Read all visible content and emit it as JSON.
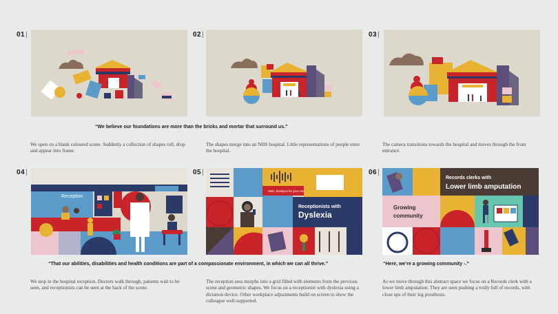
{
  "frames": [
    {
      "number": "01",
      "description": "We open on a blank coloured scene. Suddenly a collection of shapes roll, drop and appear into frame."
    },
    {
      "number": "02",
      "description": "The shapes merge into an NHS hospital. Little representations of people enter the hospital."
    },
    {
      "number": "03",
      "description": "The camera transitions towards the hospital and moves through the front entrance."
    },
    {
      "number": "04",
      "description": "We stop in the hospital reception. Doctors walk through, patients wait to be seen, and receptionists can be seen at the back of the scene.",
      "sign_label": "Reception"
    },
    {
      "number": "05",
      "description": "The reception area morphs into a grid filled with elements from the previous scene and geometric shapes. We focus on a receptionist with dyslexia using a dictation device.  Other workplace adjustments build on screen to show the colleague well-supported.",
      "caption_line1": "Receptionists with",
      "caption_line2": "Dyslexia",
      "speech_text": "Hello, thankyou for your email"
    },
    {
      "number": "06",
      "description": "As we move through this abstract space we focus on a Records clerk with a lower limb amputation. They are seen pushing a trolly full of records, with close ups of their leg prosthesis.",
      "caption_line1": "Records clerks with",
      "caption_line2": "Lower limb amputation",
      "growing_line1": "Growing",
      "growing_line2": "community"
    }
  ],
  "quotes": {
    "row1": "“We believe our foundations are more than the bricks and mortar that surround us.”",
    "row2_left": "“That our abilities, disabilities and health conditions are part of a compassionate environment, in which we can all thrive.”",
    "row2_right": "“Here, we’re a growing community -.”"
  },
  "colors": {
    "background": "#e9ebeb",
    "scene_beige": "#ddd8cc",
    "red": "#c8242a",
    "yellow": "#e8b233",
    "navy": "#2b3a67",
    "blue": "#5b9bc9",
    "teal": "#66c6ae",
    "pink": "#ecc5cd",
    "brown": "#8a6e5c",
    "dark_brown": "#4a3b34"
  }
}
